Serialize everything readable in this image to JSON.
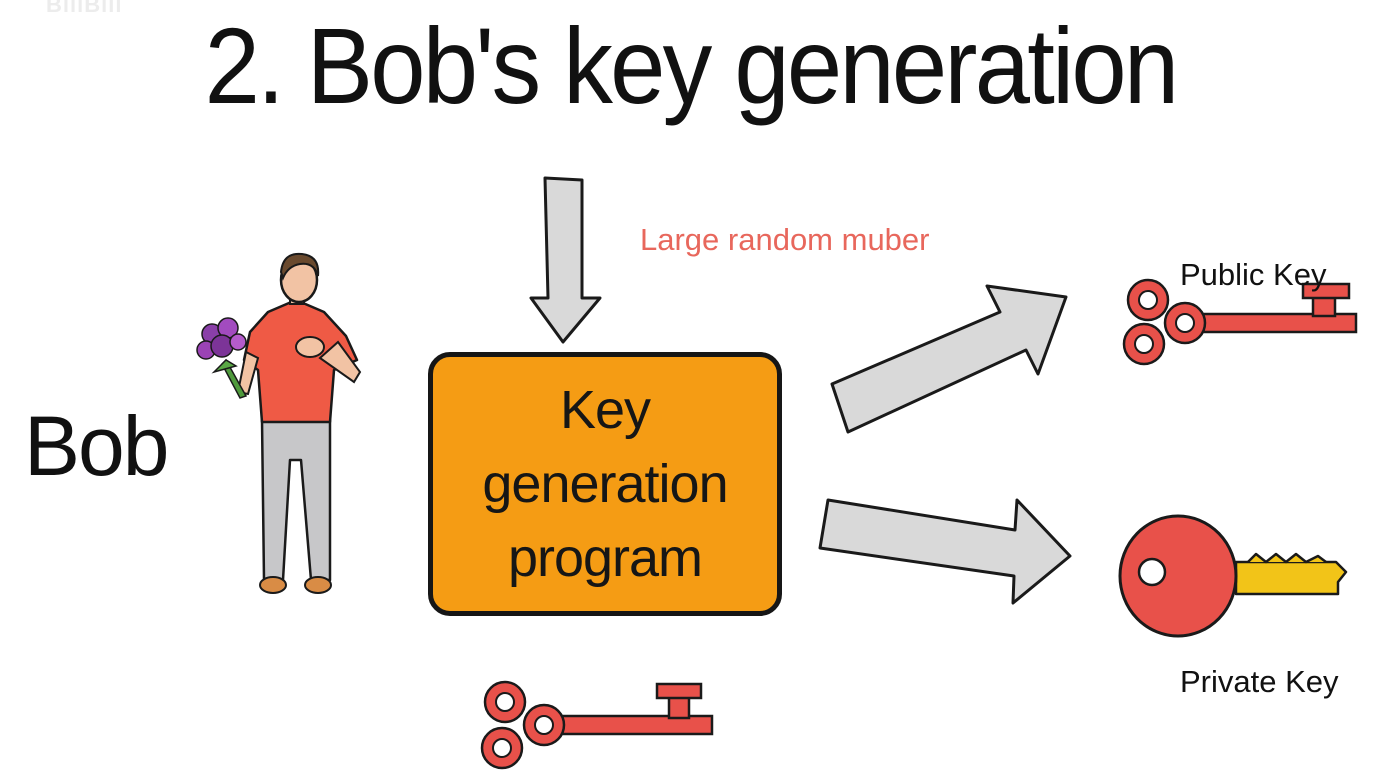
{
  "watermark": "BiliBili",
  "title": "2. Bob's key generation",
  "actor": {
    "name": "Bob"
  },
  "input": {
    "label": "Large random muber"
  },
  "program": {
    "line1": "Key",
    "line2": "generation",
    "line3": "program"
  },
  "outputs": {
    "public_key_label": "Public Key",
    "private_key_label": "Private Key"
  },
  "icons": [
    "person-bob-icon",
    "down-arrow-icon",
    "right-arrow-icon",
    "public-key-icon",
    "private-key-icon"
  ],
  "colors": {
    "box": "#f59c14",
    "key_red": "#e8514a",
    "key_gold": "#f2c418",
    "arrow_gray": "#d8d8d8",
    "label_red": "#e8675c",
    "shirt": "#ef5a45",
    "jeans": "#c7c7c9"
  }
}
